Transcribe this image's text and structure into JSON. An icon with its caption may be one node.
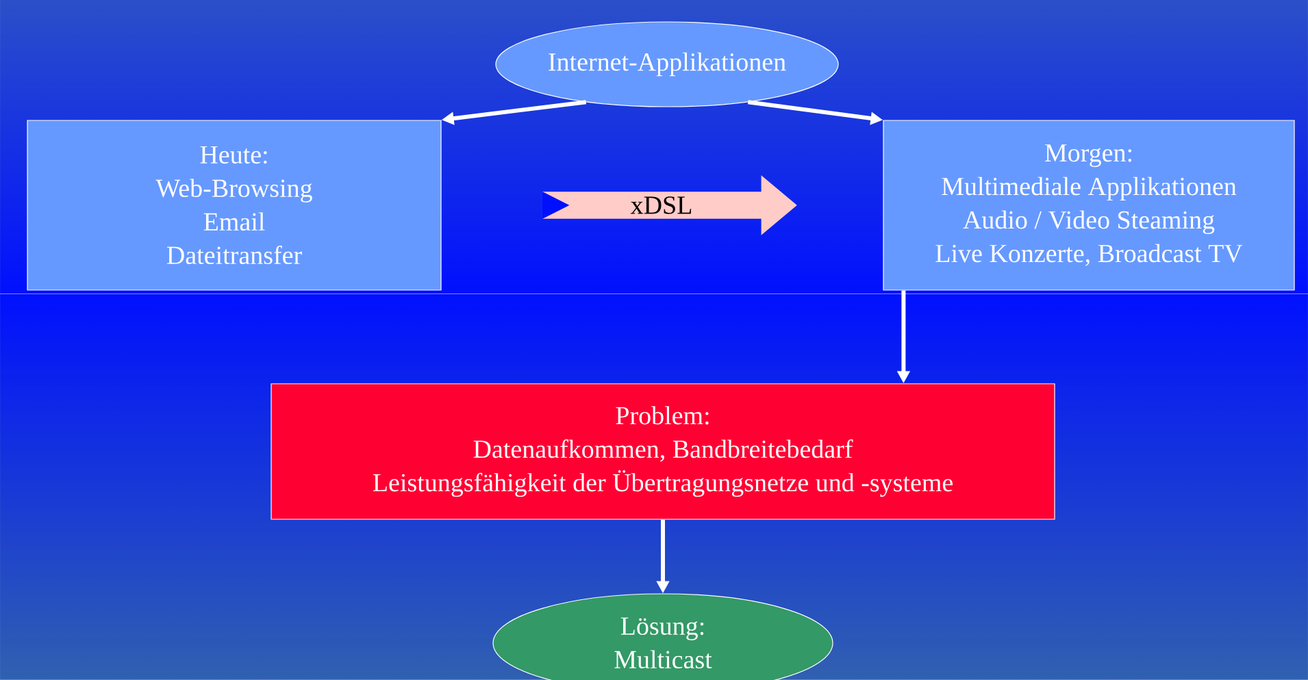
{
  "diagram": {
    "nodes": [
      {
        "text": [
          "Internet-Applikationen"
        ]
      },
      {
        "text": [
          "Heute:",
          "Web-Browsing",
          "Email",
          "Dateitransfer"
        ]
      },
      {
        "text": [
          "xDSL"
        ]
      },
      {
        "text": [
          "Morgen:",
          "Multimediale Applikationen",
          "Audio / Video Steaming",
          "Live Konzerte, Broadcast TV"
        ]
      },
      {
        "text": [
          "Problem:",
          "Datenaufkommen, Bandbreitebedarf",
          "Leistungsfähigkeit der Übertragungsnetze und -systeme"
        ]
      },
      {
        "text": [
          "Lösung:",
          "Multicast"
        ]
      }
    ],
    "edges": [
      {
        "from": 0,
        "to": 1,
        "arrow": "to"
      },
      {
        "from": 0,
        "to": 3,
        "arrow": "to"
      },
      {
        "from": 3,
        "to": 4,
        "arrow": "to"
      },
      {
        "from": 4,
        "to": 5,
        "arrow": "to"
      }
    ]
  }
}
